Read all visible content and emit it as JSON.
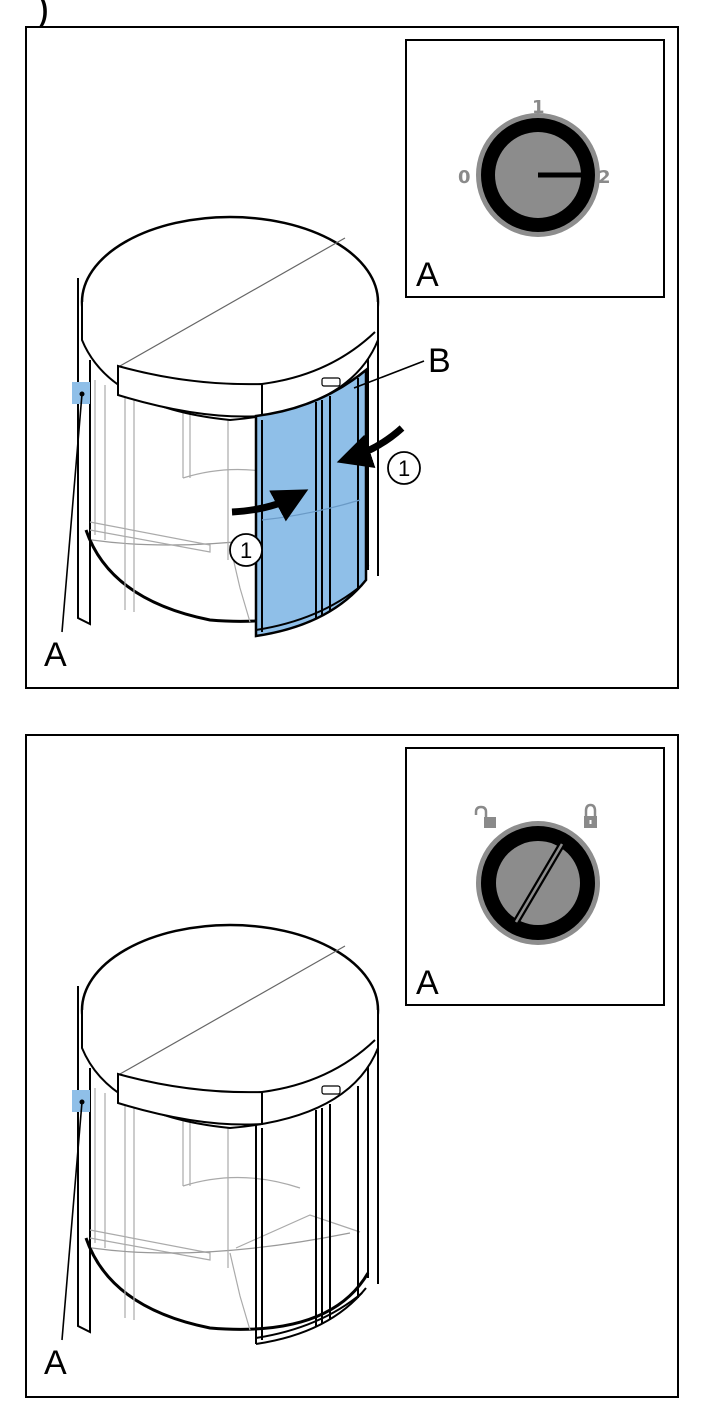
{
  "header_fragment": ")",
  "panel1": {
    "inset_label": "A",
    "switch_positions": {
      "left": "0",
      "top": "1",
      "right": "2"
    },
    "callout_a": "A",
    "callout_b": "B",
    "step_arrow_label": "①",
    "highlight_color": "#8fbfe8"
  },
  "panel2": {
    "inset_label": "A",
    "lock_icons": [
      "lock-open-icon",
      "lock-closed-icon"
    ],
    "callout_a": "A"
  }
}
